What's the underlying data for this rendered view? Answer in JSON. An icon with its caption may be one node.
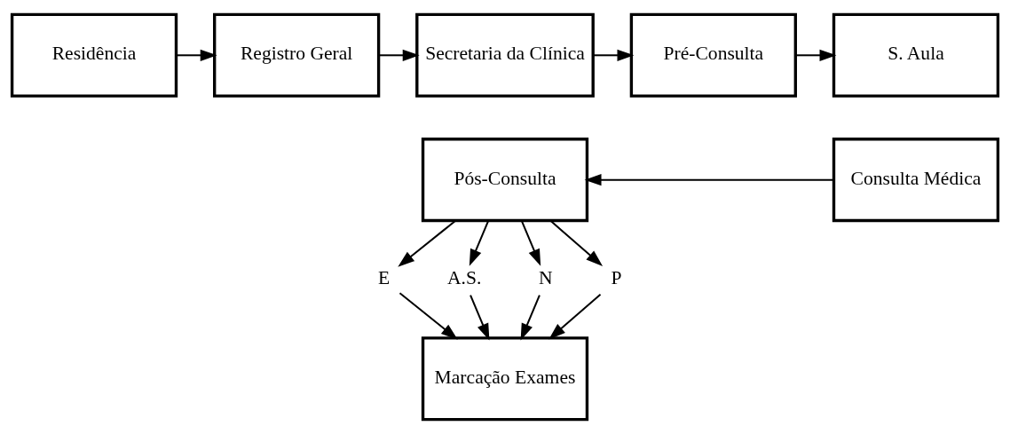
{
  "diagram": {
    "nodes": [
      {
        "text": [
          "Residência"
        ]
      },
      {
        "text": [
          "Registro Geral"
        ]
      },
      {
        "text": [
          "Secretaria da Clínica"
        ]
      },
      {
        "text": [
          "Pré-Consulta"
        ]
      },
      {
        "text": [
          "S. Aula"
        ]
      },
      {
        "text": [
          "Consulta Médica"
        ]
      },
      {
        "text": [
          "Pós-Consulta"
        ]
      },
      {
        "text": [
          "E"
        ]
      },
      {
        "text": [
          "A.S."
        ]
      },
      {
        "text": [
          "N"
        ]
      },
      {
        "text": [
          "P"
        ]
      },
      {
        "text": [
          "Marcação Exames"
        ]
      }
    ],
    "edges": [
      {
        "from": 0,
        "to": 1,
        "arrow": "to"
      },
      {
        "from": 1,
        "to": 2,
        "arrow": "to"
      },
      {
        "from": 2,
        "to": 3,
        "arrow": "to"
      },
      {
        "from": 3,
        "to": 4,
        "arrow": "to"
      },
      {
        "from": 5,
        "to": 6,
        "arrow": "to"
      },
      {
        "from": 6,
        "to": 7,
        "arrow": "to"
      },
      {
        "from": 6,
        "to": 8,
        "arrow": "to"
      },
      {
        "from": 6,
        "to": 9,
        "arrow": "to"
      },
      {
        "from": 6,
        "to": 10,
        "arrow": "to"
      },
      {
        "from": 7,
        "to": 11,
        "arrow": "to"
      },
      {
        "from": 8,
        "to": 11,
        "arrow": "to"
      },
      {
        "from": 9,
        "to": 11,
        "arrow": "to"
      },
      {
        "from": 10,
        "to": 11,
        "arrow": "to"
      }
    ]
  }
}
